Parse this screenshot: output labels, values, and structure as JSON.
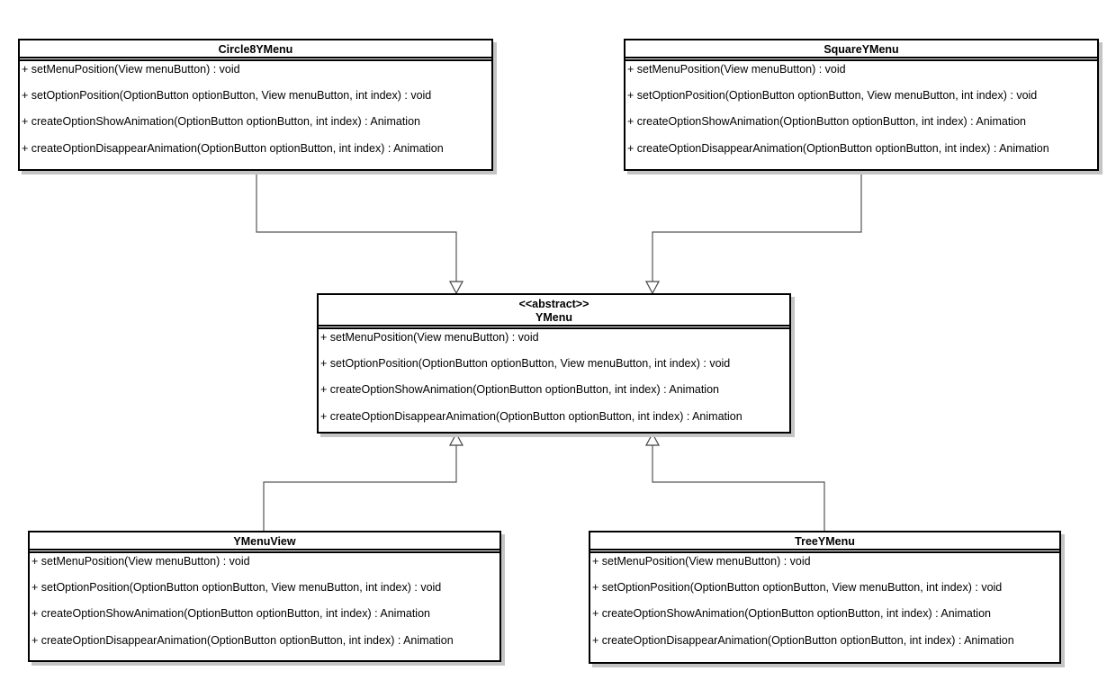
{
  "diagram": {
    "classes": [
      {
        "id": "circle8",
        "name": "Circle8YMenu",
        "operations": [
          "+ setMenuPosition(View menuButton) : void",
          "+ setOptionPosition(OptionButton optionButton, View menuButton, int index) : void",
          "+ createOptionShowAnimation(OptionButton optionButton, int index) : Animation",
          "+ createOptionDisappearAnimation(OptionButton optionButton, int index) : Animation"
        ]
      },
      {
        "id": "square",
        "name": "SquareYMenu",
        "operations": [
          "+ setMenuPosition(View menuButton) : void",
          "+ setOptionPosition(OptionButton optionButton, View menuButton, int index) : void",
          "+ createOptionShowAnimation(OptionButton optionButton, int index) : Animation",
          "+ createOptionDisappearAnimation(OptionButton optionButton, int index) : Animation"
        ]
      },
      {
        "id": "ymenu",
        "stereotype": "<<abstract>>",
        "name": "YMenu",
        "operations": [
          "+ setMenuPosition(View menuButton) : void",
          "+ setOptionPosition(OptionButton optionButton, View menuButton, int index) : void",
          "+ createOptionShowAnimation(OptionButton optionButton, int index) : Animation",
          "+ createOptionDisappearAnimation(OptionButton optionButton, int index) : Animation"
        ]
      },
      {
        "id": "ymenuview",
        "name": "YMenuView",
        "operations": [
          "+ setMenuPosition(View menuButton) : void",
          "+ setOptionPosition(OptionButton optionButton, View menuButton, int index) : void",
          "+ createOptionShowAnimation(OptionButton optionButton, int index) : Animation",
          "+ createOptionDisappearAnimation(OptionButton optionButton, int index) : Animation"
        ]
      },
      {
        "id": "tree",
        "name": "TreeYMenu",
        "operations": [
          "+ setMenuPosition(View menuButton) : void",
          "+ setOptionPosition(OptionButton optionButton, View menuButton, int index) : void",
          "+ createOptionShowAnimation(OptionButton optionButton, int index) : Animation",
          "+ createOptionDisappearAnimation(OptionButton optionButton, int index) : Animation"
        ]
      }
    ],
    "relations": [
      {
        "type": "generalization",
        "from": "Circle8YMenu",
        "to": "YMenu"
      },
      {
        "type": "generalization",
        "from": "SquareYMenu",
        "to": "YMenu"
      },
      {
        "type": "generalization",
        "from": "YMenuView",
        "to": "YMenu"
      },
      {
        "type": "generalization",
        "from": "TreeYMenu",
        "to": "YMenu"
      }
    ],
    "colors": {
      "line": "#555555",
      "border": "#000000",
      "shadow": "#c4c4c4"
    }
  }
}
